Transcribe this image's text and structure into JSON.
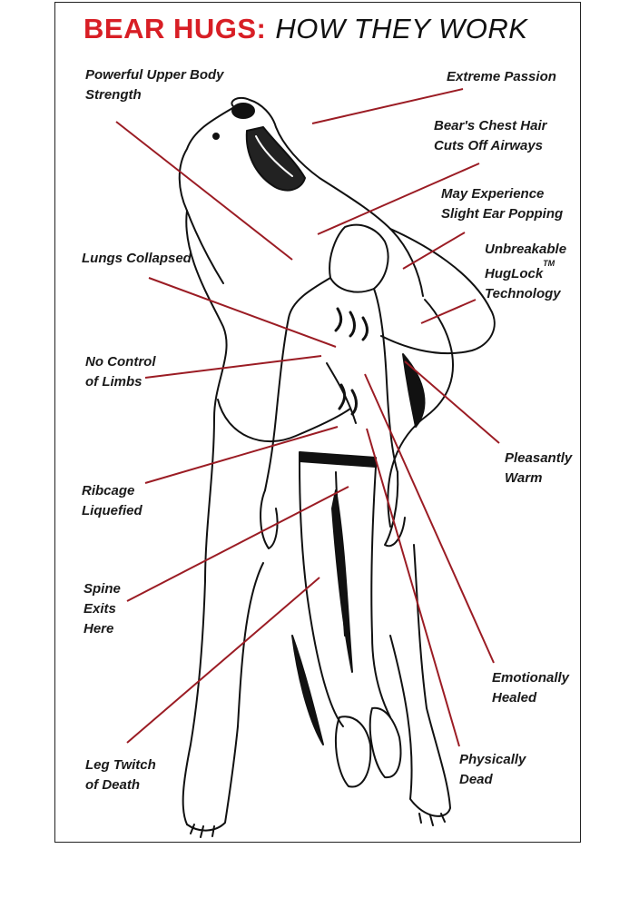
{
  "title": {
    "part1": "BEAR HUGS:",
    "part2": "HOW THEY WORK"
  },
  "colors": {
    "title_red": "#d81e25",
    "leader_line": "#9b1c24",
    "ink": "#111111"
  },
  "labels": {
    "upper_body": [
      "Powerful Upper Body",
      "Strength"
    ],
    "passion": [
      "Extreme Passion"
    ],
    "chest_hair": [
      "Bear's Chest Hair",
      "Cuts Off Airways"
    ],
    "ear_popping": [
      "May Experience",
      "Slight Ear Popping"
    ],
    "huglock": {
      "line1": "Unbreakable",
      "line2": "HugLock",
      "tm": "TM",
      "line3": "Technology"
    },
    "lungs": [
      "Lungs Collapsed"
    ],
    "limbs": [
      "No Control",
      "of Limbs"
    ],
    "warm": [
      "Pleasantly",
      "Warm"
    ],
    "ribcage": [
      "Ribcage",
      "Liquefied"
    ],
    "spine": [
      "Spine",
      "Exits",
      "Here"
    ],
    "healed": [
      "Emotionally",
      "Healed"
    ],
    "dead": [
      "Physically",
      "Dead"
    ],
    "leg": [
      "Leg Twitch",
      "of Death"
    ]
  }
}
